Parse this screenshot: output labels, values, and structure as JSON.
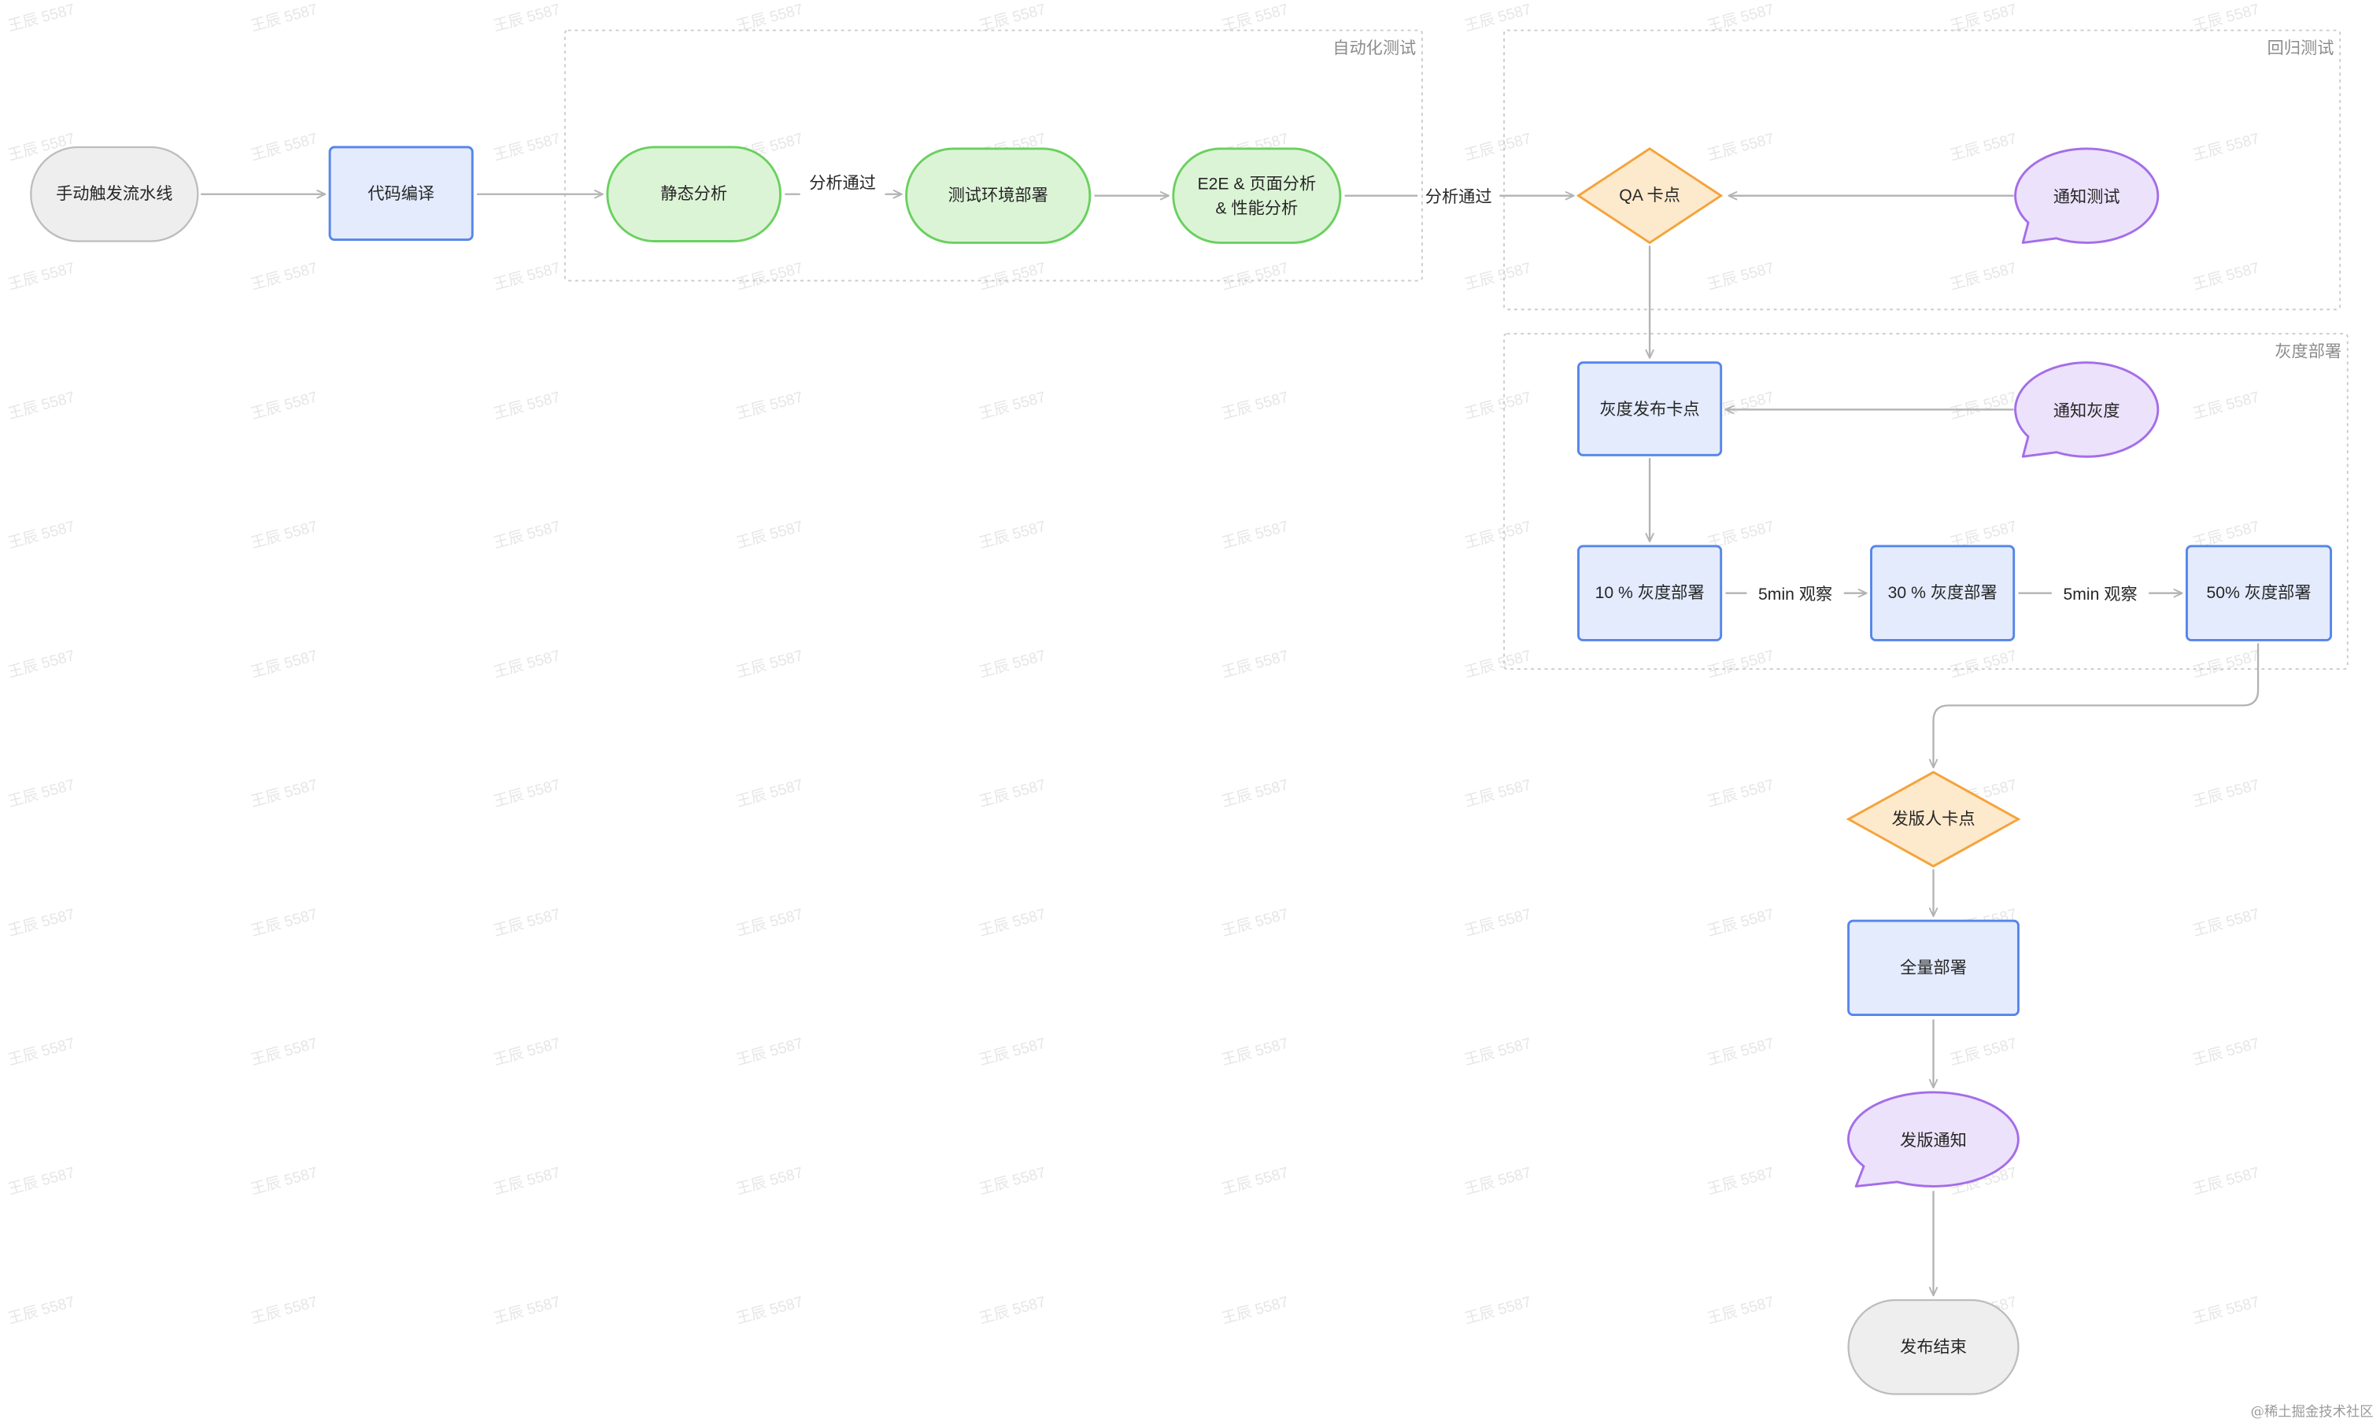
{
  "palette": {
    "terminal_fill": "#eeeeee",
    "terminal_stroke": "#bdbdbd",
    "process_fill": "#e3ebfd",
    "process_stroke": "#5585ea",
    "check_fill": "#dcf4d6",
    "check_stroke": "#6ad060",
    "gate_fill": "#fde9cb",
    "gate_stroke": "#f4a33b",
    "notify_fill": "#ece2fb",
    "notify_stroke": "#a46de8",
    "edge": "#b3b3b3",
    "group_border": "#cccccc",
    "group_label": "#8c8c8c",
    "text": "#262626",
    "watermark": "#e6e6e6",
    "credit": "#9a9a9a"
  },
  "watermark": {
    "text": "王辰 5587"
  },
  "credit": "@稀土掘金技术社区",
  "groups": {
    "automated_testing": "自动化测试",
    "regression_testing": "回归测试",
    "gray_release": "灰度部署"
  },
  "nodes": {
    "manual_trigger": "手动触发流水线",
    "code_compile": "代码编译",
    "static_analysis": "静态分析",
    "test_env_deploy": "测试环境部署",
    "e2e_analysis": [
      "E2E & 页面分析",
      "& 性能分析"
    ],
    "qa_gate": "QA 卡点",
    "notify_testing": "通知测试",
    "gray_release_gate": "灰度发布卡点",
    "notify_gray": "通知灰度",
    "gray_10": "10 % 灰度部署",
    "gray_30": "30 % 灰度部署",
    "gray_50": "50% 灰度部署",
    "releaser_gate": "发版人卡点",
    "full_deploy": "全量部署",
    "release_notice": "发版通知",
    "release_end": "发布结束"
  },
  "edge_labels": {
    "static_analysis_passed": "分析通过",
    "e2e_analysis_passed": "分析通过",
    "observe_after_10": "5min 观察",
    "observe_after_30": "5min 观察"
  }
}
